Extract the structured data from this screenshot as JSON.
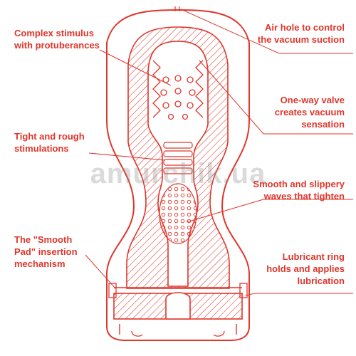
{
  "colors": {
    "accent": "#e0352b",
    "watermark": "#9a9a9a",
    "background": "#ffffff"
  },
  "labels": {
    "complex_stimulus": [
      "Complex stimulus",
      "with protuberances"
    ],
    "tight_rough": [
      "Tight and rough",
      "stimulations"
    ],
    "smooth_pad": [
      "The \"Smooth",
      "Pad\" insertion",
      "mechanism"
    ],
    "air_hole": [
      "Air hole to control",
      "the vacuum suction"
    ],
    "one_way_valve": [
      "One-way valve",
      "creates vacuum",
      "sensation"
    ],
    "smooth_waves": [
      "Smooth and slippery",
      "waves that tighten"
    ],
    "lubricant_ring": [
      "Lubricant ring",
      "holds and applies",
      "lubrication"
    ]
  },
  "watermark": "amurchik.ua"
}
